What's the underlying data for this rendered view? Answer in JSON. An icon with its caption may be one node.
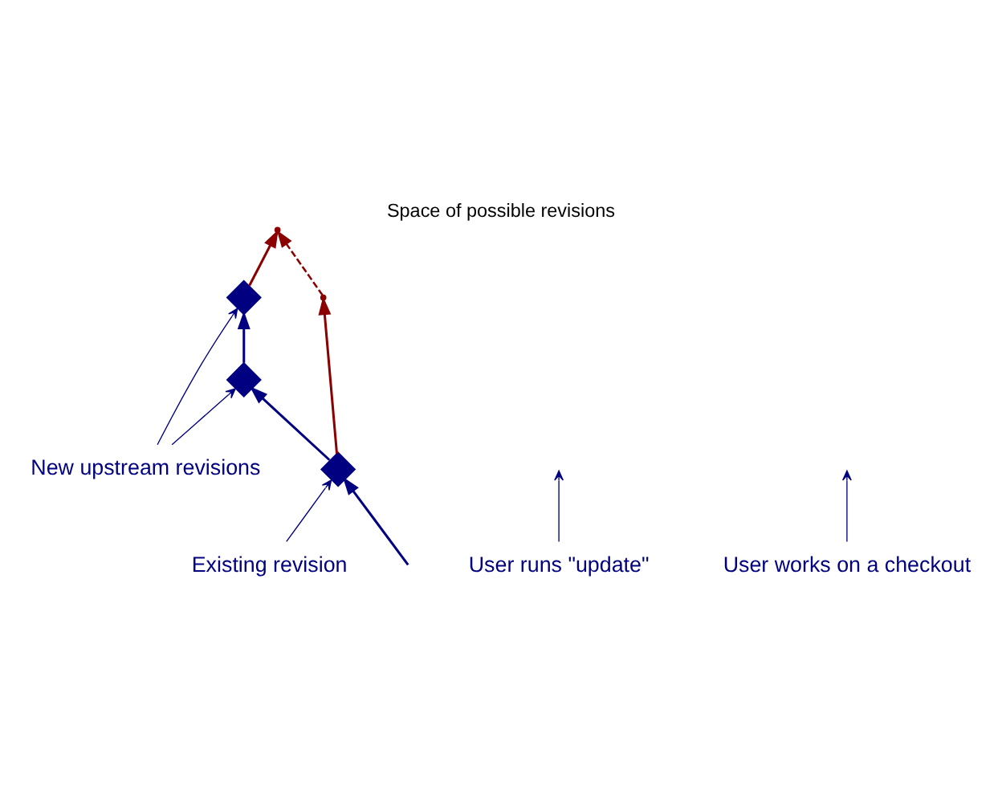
{
  "diagram": {
    "title": "Space of possible revisions",
    "nodes": [
      {
        "text": [],
        "shape": "diamond"
      },
      {
        "text": [],
        "shape": "diamond"
      },
      {
        "text": [],
        "shape": "diamond"
      },
      {
        "text": [],
        "shape": "point"
      },
      {
        "text": [],
        "shape": "point"
      },
      {
        "text": [
          "New upstream revisions"
        ]
      },
      {
        "text": [
          "User runs \"update\""
        ]
      },
      {
        "text": [
          "User works on a checkout"
        ]
      },
      {
        "text": [
          "Existing revision"
        ]
      }
    ],
    "edges": [
      {
        "from": null,
        "to": 0,
        "arrow": "to"
      },
      {
        "from": 0,
        "to": 1,
        "arrow": "to"
      },
      {
        "from": 1,
        "to": 2,
        "arrow": "to"
      },
      {
        "from": 0,
        "to": 3,
        "arrow": "to",
        "color": "#8b0000"
      },
      {
        "from": 2,
        "to": 4,
        "arrow": "to",
        "color": "#8b0000"
      },
      {
        "from": 3,
        "to": 4,
        "arrow": "to",
        "style": "dashed",
        "color": "#8b0000"
      },
      {
        "from": 5,
        "to": 2,
        "arrow": "to"
      },
      {
        "from": 5,
        "to": 1,
        "arrow": "to"
      },
      {
        "from": 6,
        "to": null,
        "arrow": "to"
      },
      {
        "from": 7,
        "to": null,
        "arrow": "to"
      },
      {
        "from": 8,
        "to": 0,
        "arrow": "to"
      }
    ]
  }
}
